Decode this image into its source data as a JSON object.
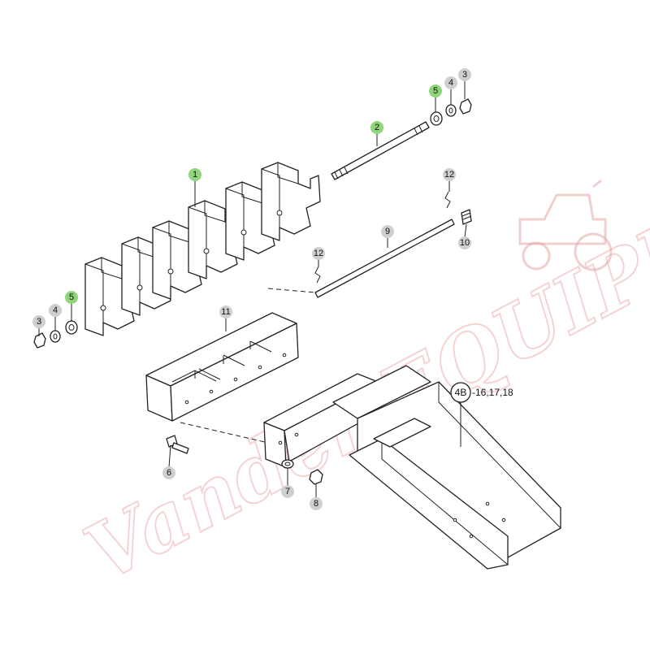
{
  "colors": {
    "callout_highlight": "#8fd67a",
    "callout_default": "#cfcfcf",
    "watermark": "#e8a0a0",
    "line": "#222222"
  },
  "watermark": {
    "text": "Vander EQUIPMENT",
    "icon": "tractor-icon"
  },
  "callouts": [
    {
      "id": "1",
      "label": "1",
      "highlight": true
    },
    {
      "id": "2",
      "label": "2",
      "highlight": true
    },
    {
      "id": "3a",
      "label": "3",
      "highlight": false
    },
    {
      "id": "4a",
      "label": "4",
      "highlight": false
    },
    {
      "id": "5a",
      "label": "5",
      "highlight": true
    },
    {
      "id": "3b",
      "label": "3",
      "highlight": false
    },
    {
      "id": "4b",
      "label": "4",
      "highlight": false
    },
    {
      "id": "5b",
      "label": "5",
      "highlight": true
    },
    {
      "id": "6",
      "label": "6",
      "highlight": false
    },
    {
      "id": "7",
      "label": "7",
      "highlight": false
    },
    {
      "id": "8",
      "label": "8",
      "highlight": false
    },
    {
      "id": "9",
      "label": "9",
      "highlight": false
    },
    {
      "id": "10",
      "label": "10",
      "highlight": false
    },
    {
      "id": "11",
      "label": "11",
      "highlight": false
    },
    {
      "id": "12a",
      "label": "12",
      "highlight": false
    },
    {
      "id": "12b",
      "label": "12",
      "highlight": false
    }
  ],
  "reference": {
    "badge": "4B",
    "text": "-16,17,18"
  }
}
